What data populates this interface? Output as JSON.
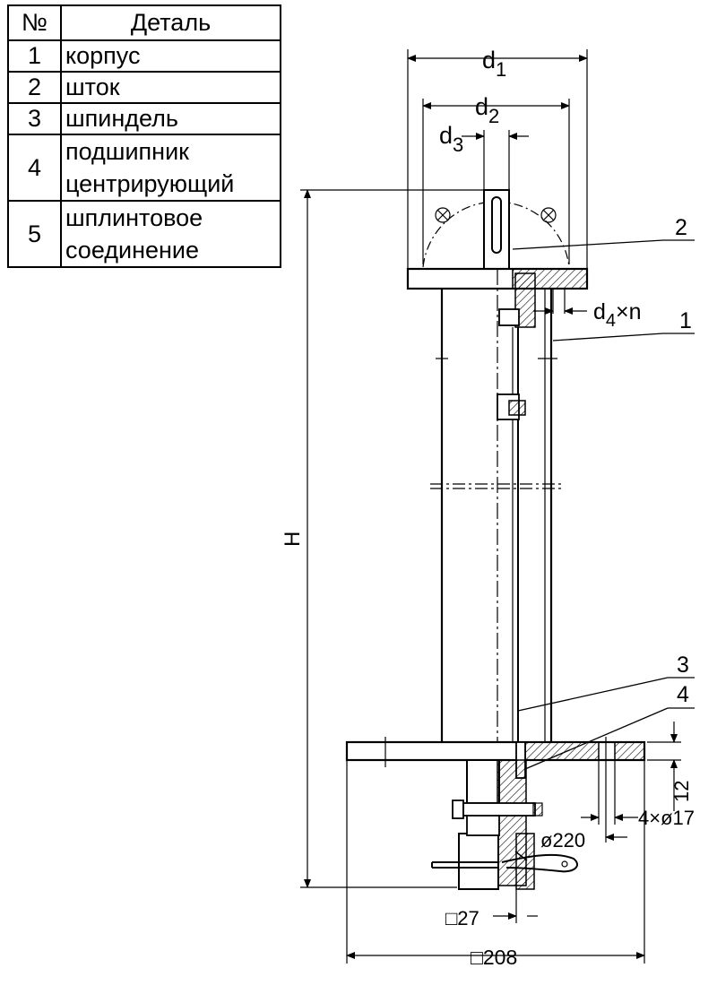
{
  "table": {
    "header_num": "№",
    "header_part": "Деталь",
    "rows": [
      {
        "num": "1",
        "name": "корпус"
      },
      {
        "num": "2",
        "name": "шток"
      },
      {
        "num": "3",
        "name": "шпиндель"
      },
      {
        "num": "4",
        "name": "подшипник\nцентрирующий"
      },
      {
        "num": "5",
        "name": "шплинтовое\nсоединение"
      }
    ]
  },
  "labels": {
    "d1": "d",
    "d1_sub": "1",
    "d2": "d",
    "d2_sub": "2",
    "d3": "d",
    "d3_sub": "3",
    "d4n": "d",
    "d4n_sub": "4",
    "d4n_tail": "×n",
    "H": "H",
    "part1": "1",
    "part2": "2",
    "part3": "3",
    "part4": "4",
    "dim12": "12",
    "dim4x17": "4×ø17",
    "dim220": "ø220",
    "dim27": "□27",
    "dim208": "□208"
  }
}
